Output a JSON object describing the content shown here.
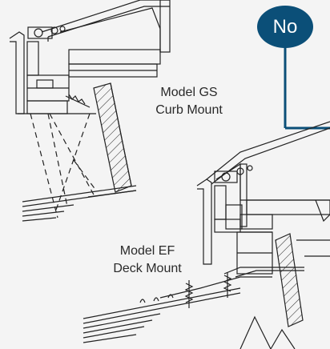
{
  "badge": {
    "text": "No",
    "color": "#0b4f78"
  },
  "model_gs": {
    "line1": "Model GS",
    "line2": "Curb Mount"
  },
  "model_ef": {
    "line1": "Model EF",
    "line2": "Deck Mount"
  },
  "icons": [
    "curb-mount-skylight-section-drawing",
    "deck-mount-skylight-section-drawing",
    "connector-line"
  ],
  "colors": {
    "line_art": "#222222",
    "background": "#f4f4f4",
    "connector": "#0b4f78"
  }
}
